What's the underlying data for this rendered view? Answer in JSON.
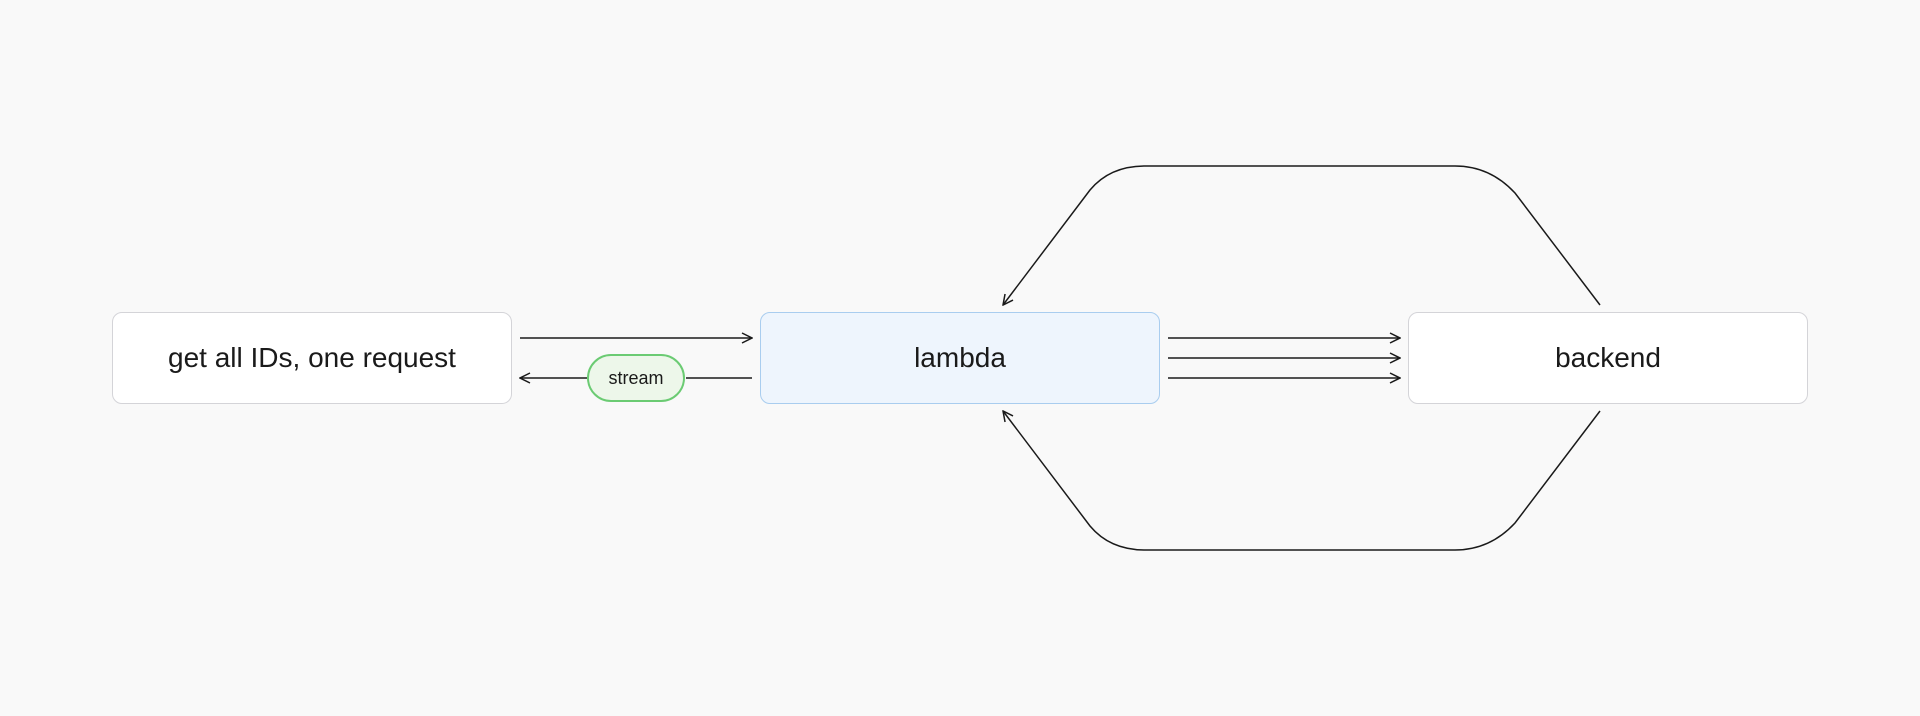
{
  "nodes": {
    "client": {
      "label": "get all IDs, one request"
    },
    "lambda": {
      "label": "lambda"
    },
    "backend": {
      "label": "backend"
    }
  },
  "edge_labels": {
    "stream": "stream"
  },
  "colors": {
    "background": "#f9f9f9",
    "node_border": "#d4d4d8",
    "lambda_fill": "#eef5fd",
    "lambda_border": "#a9cdef",
    "stream_fill": "#edf7ea",
    "stream_border": "#6bcb73",
    "edge": "#1a1a1a"
  }
}
